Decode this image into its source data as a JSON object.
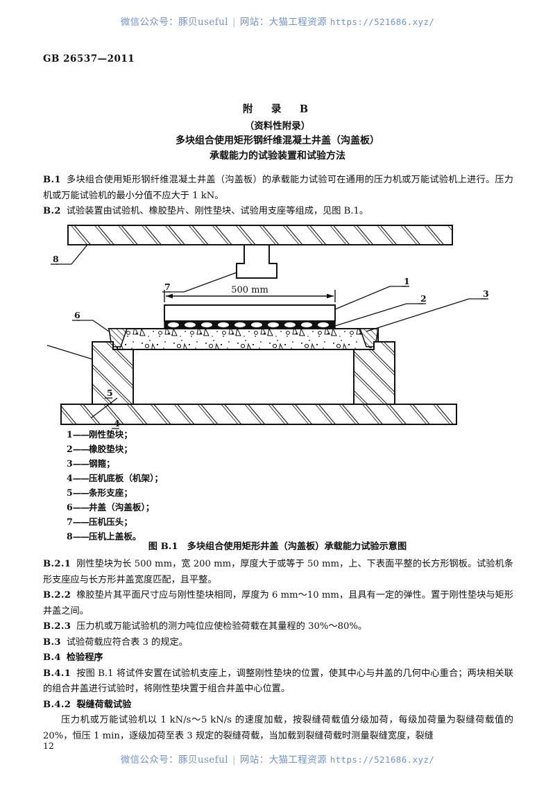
{
  "watermark": {
    "wechat_label": "微信公众号：",
    "wechat_value": "豚贝useful",
    "separator": "|",
    "site_label": "网站：",
    "site_value": "大猫工程资源",
    "url": "https://521686.xyz/"
  },
  "header": {
    "standard_number": "GB 26537—2011"
  },
  "headings": {
    "annex_title": "附　录　B",
    "annex_subtitle": "（资料性附录）",
    "annex_name_line1": "多块组合使用矩形钢纤维混凝土井盖（沟盖板）",
    "annex_name_line2": "承载能力的试验装置和试验方法"
  },
  "body": {
    "b1": {
      "num": "B.1",
      "text": "多块组合使用矩形钢纤维混凝土井盖（沟盖板）的承载能力试验可在通用的压力机或万能试验机上进行。压力机或万能试验机的最小分值不应大于 1 kN。"
    },
    "b2": {
      "num": "B.2",
      "text": "试验装置由试验机、橡胶垫片、刚性垫块、试验用支座等组成，见图 B.1。"
    },
    "b21": {
      "num": "B.2.1",
      "text": "刚性垫块为长 500 mm，宽 200 mm，厚度大于或等于 50 mm，上、下表面平整的长方形钢板。试验机条形支座应与长方形井盖宽度匹配，且平整。"
    },
    "b22": {
      "num": "B.2.2",
      "text": "橡胶垫片其平面尺寸应与刚性垫块相同，厚度为 6 mm～10 mm，且具有一定的弹性。置于刚性垫块与矩形井盖之间。"
    },
    "b23": {
      "num": "B.2.3",
      "text": "压力机或万能试验机的测力吨位应使检验荷载在其量程的 30%～80%。"
    },
    "b3": {
      "num": "B.3",
      "text": "试验荷载应符合表 3 的规定。"
    },
    "b4": {
      "num": "B.4",
      "text": "检验程序"
    },
    "b41": {
      "num": "B.4.1",
      "text": "按图 B.1 将试件安置在试验机支座上，调整刚性垫块的位置，使其中心与井盖的几何中心重合；两块相关联的组合井盖进行试验时，将刚性垫块置于组合井盖中心位置。"
    },
    "b42": {
      "num": "B.4.2",
      "text": "裂缝荷载试验"
    },
    "b42_body": {
      "text": "压力机或万能试验机以 1 kN/s～5 kN/s 的速度加载，按裂缝荷载值分级加荷，每级加荷量为裂缝荷载值的 20%，恒压 1 min，逐级加荷至表 3 规定的裂缝荷载，当加载到裂缝荷载时测量裂缝宽度，裂缝"
    }
  },
  "figure": {
    "dimension_label": "500 mm",
    "callouts": [
      "1",
      "2",
      "3",
      "4",
      "5",
      "6",
      "7",
      "8"
    ],
    "caption": "图 B.1　多块组合使用矩形井盖（沟盖板）承载能力试验示意图",
    "legend": [
      {
        "key": "1",
        "label": "刚性垫块；"
      },
      {
        "key": "2",
        "label": "橡胶垫块；"
      },
      {
        "key": "3",
        "label": "钢箍；"
      },
      {
        "key": "4",
        "label": "压机底板（机架）；"
      },
      {
        "key": "5",
        "label": "条形支座；"
      },
      {
        "key": "6",
        "label": "井盖（沟盖板）；"
      },
      {
        "key": "7",
        "label": "压机压头；"
      },
      {
        "key": "8",
        "label": "压机上盖板。"
      }
    ]
  },
  "footer": {
    "page_number": "12"
  },
  "colors": {
    "watermark": "#6f93ce",
    "ink": "#111111",
    "paper": "#ffffff"
  }
}
